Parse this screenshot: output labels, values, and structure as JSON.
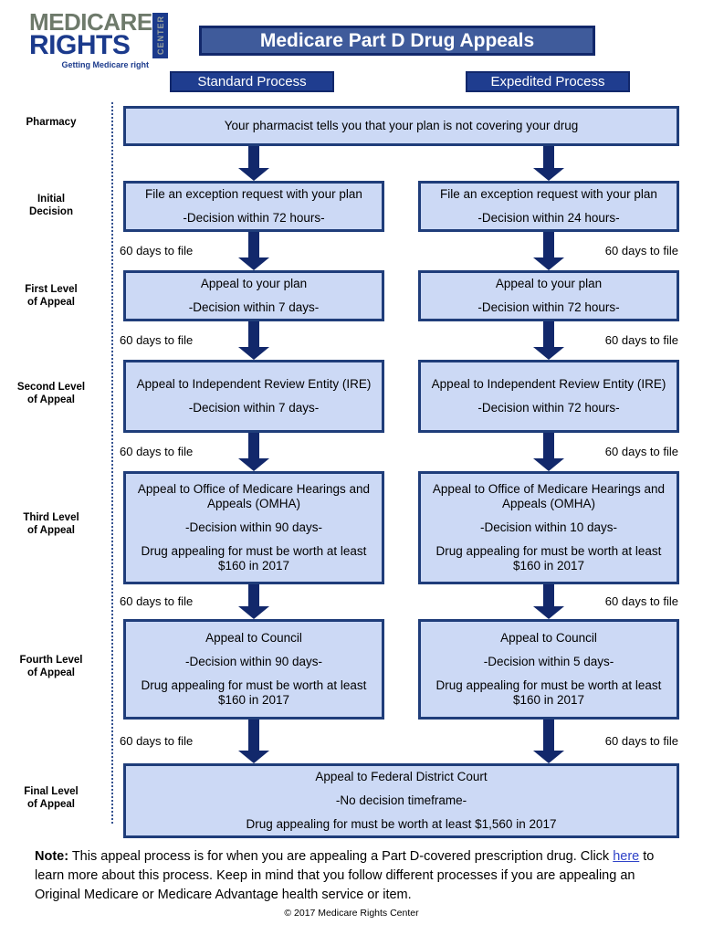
{
  "logo": {
    "word1": "MEDICARE",
    "word2": "RIGHTS",
    "center": "CENTER",
    "tagline": "Getting Medicare right"
  },
  "header": {
    "title": "Medicare Part D Drug Appeals",
    "standard_tab": "Standard Process",
    "expedited_tab": "Expedited Process"
  },
  "colors": {
    "box_fill": "#ccd9f5",
    "box_border": "#1f3d7a",
    "title_fill": "#3f5b9b",
    "tab_fill": "#1f3d8f",
    "arrow": "#12286b",
    "link": "#2f43c8",
    "logo_gray": "#6e7a6b",
    "logo_blue": "#1b3a8c"
  },
  "rows": [
    {
      "label": "Pharmacy",
      "span": "full",
      "full_box": {
        "lines": [
          "Your pharmacist tells you that your plan is not covering your drug"
        ]
      }
    },
    {
      "label": "Initial\nDecision",
      "span": "split",
      "standard": {
        "lines": [
          "File an exception request with your plan",
          "-Decision within 72 hours-"
        ]
      },
      "expedited": {
        "lines": [
          "File an exception request with your plan",
          "-Decision within 24 hours-"
        ]
      }
    },
    {
      "label": "First Level\nof Appeal",
      "span": "split",
      "standard": {
        "lines": [
          "Appeal to your plan",
          "-Decision within 7 days-"
        ]
      },
      "expedited": {
        "lines": [
          "Appeal to your plan",
          "-Decision within 72 hours-"
        ]
      }
    },
    {
      "label": "Second Level\nof Appeal",
      "span": "split",
      "standard": {
        "lines": [
          "Appeal to Independent Review Entity (IRE)",
          "-Decision within 7 days-"
        ]
      },
      "expedited": {
        "lines": [
          "Appeal to Independent Review Entity (IRE)",
          "-Decision within 72 hours-"
        ]
      }
    },
    {
      "label": "Third Level\nof Appeal",
      "span": "split",
      "standard": {
        "lines": [
          "Appeal to Office of Medicare Hearings and Appeals (OMHA)",
          "-Decision within 90 days-",
          "Drug appealing for must be worth at least $160 in 2017"
        ]
      },
      "expedited": {
        "lines": [
          "Appeal to Office of Medicare Hearings and Appeals (OMHA)",
          "-Decision within 10 days-",
          "Drug appealing for must be worth at least $160 in 2017"
        ]
      }
    },
    {
      "label": "Fourth Level\nof Appeal",
      "span": "split",
      "standard": {
        "lines": [
          "Appeal to Council",
          "-Decision within 90 days-",
          "Drug appealing for must be worth at least $160 in 2017"
        ]
      },
      "expedited": {
        "lines": [
          "Appeal to Council",
          "-Decision within 5 days-",
          "Drug appealing for must be worth at least $160 in 2017"
        ]
      }
    },
    {
      "label": "Final Level\nof Appeal",
      "span": "full",
      "full_box": {
        "lines": [
          "Appeal to Federal District Court",
          "-No decision timeframe-",
          "Drug appealing for must be worth at least $1,560 in 2017"
        ]
      }
    }
  ],
  "deadline_label": "60 days to file",
  "deadlines": [
    {
      "left": "60 days to file",
      "right": "60 days to file"
    },
    {
      "left": "60 days to file",
      "right": "60 days to file"
    },
    {
      "left": "60 days to file",
      "right": "60 days to file"
    },
    {
      "left": "60 days to file",
      "right": "60 days to file"
    },
    {
      "left": "60 days to file",
      "right": "60 days to file"
    }
  ],
  "footer": {
    "note_label": "Note:",
    "note_part1": " This appeal process is for when you are appealing a Part D-covered prescription drug. Click ",
    "note_link": "here",
    "note_part2": " to learn more about this process. Keep in mind that you follow different processes if you are appealing an Original Medicare or Medicare Advantage health service or item.",
    "copyright": "© 2017 Medicare Rights Center"
  }
}
